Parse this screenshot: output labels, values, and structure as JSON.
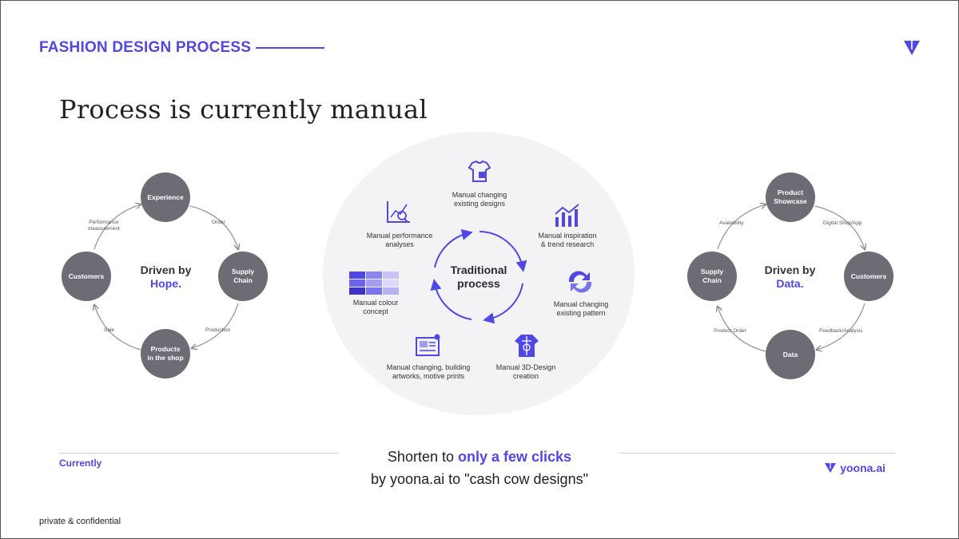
{
  "header": {
    "section_title": "FASHION DESIGN PROCESS"
  },
  "headline": "Process is currently manual",
  "left_cycle": {
    "nodes": [
      "Experience",
      "Supply\nChain",
      "Products\nin the shop",
      "Customers"
    ],
    "edges": [
      "Order",
      "Production",
      "Sale",
      "Performance\nmeasurement"
    ],
    "center_line1": "Driven by",
    "center_accent": "Hope."
  },
  "center_hub": {
    "core_label": "Traditional\nprocess",
    "activities": [
      {
        "label": "Manual changing\nexisting designs",
        "icon": "tshirt-edit-icon"
      },
      {
        "label": "Manual inspiration\n& trend research",
        "icon": "bar-chart-icon"
      },
      {
        "label": "Manual changing\nexisting pattern",
        "icon": "refresh-icon"
      },
      {
        "label": "Manual 3D-Design\ncreation",
        "icon": "3d-garment-icon"
      },
      {
        "label": "Manual changing, building\nartworks, motive prints",
        "icon": "artwork-icon"
      },
      {
        "label": "Manual colour\nconcept",
        "icon": "colour-swatch-icon"
      },
      {
        "label": "Manual performance\nanalyses",
        "icon": "analysis-chart-icon"
      }
    ]
  },
  "right_cycle": {
    "nodes": [
      "Product\nShowcase",
      "Customers",
      "Data",
      "Supply\nChain"
    ],
    "edges": [
      "Digital Shop/App",
      "Feedback/Analysis",
      "Product Order",
      "Availability"
    ],
    "center_line1": "Driven by",
    "center_accent": "Data."
  },
  "footer": {
    "currently_label": "Currently",
    "tagline_prefix": "Shorten to",
    "tagline_highlight": "only a few clicks",
    "tagline_line2": "by yoona.ai to \"cash cow designs\"",
    "brand_name": "yoona.ai",
    "confidential": "private & confidential"
  },
  "colors": {
    "accent": "#5047e5",
    "node": "#6d6b73",
    "hub_bg": "#f3f3f5"
  }
}
